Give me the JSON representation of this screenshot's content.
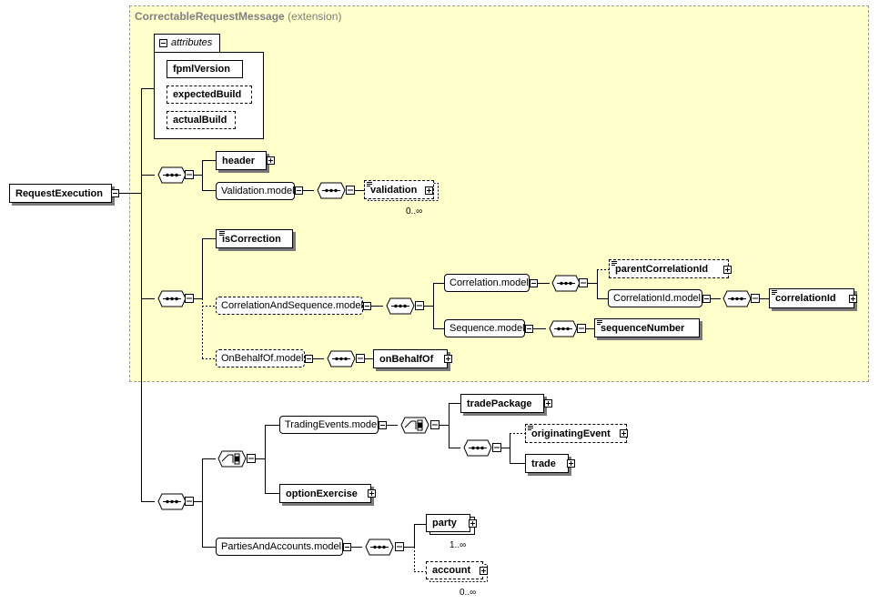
{
  "extension": {
    "name": "CorrectableRequestMessage",
    "kind": "(extension)"
  },
  "root": {
    "label": "RequestExecution"
  },
  "attributes": {
    "tab_label": "attributes",
    "items": [
      {
        "label": "fpmlVersion",
        "optional": false
      },
      {
        "label": "expectedBuild",
        "optional": true
      },
      {
        "label": "actualBuild",
        "optional": true
      }
    ]
  },
  "elements": {
    "header": "header",
    "validation_model": "Validation.model",
    "validation": "validation",
    "validation_card": "0..∞",
    "isCorrection": "isCorrection",
    "correlation_and_sequence_model": "CorrelationAndSequence.model",
    "correlation_model": "Correlation.model",
    "parentCorrelationId": "parentCorrelationId",
    "correlationid_model": "CorrelationId.model",
    "correlationId": "correlationId",
    "sequence_model": "Sequence.model",
    "sequenceNumber": "sequenceNumber",
    "onbehalfof_model": "OnBehalfOf.model",
    "onBehalfOf": "onBehalfOf",
    "trading_events_model": "TradingEvents.model",
    "tradePackage": "tradePackage",
    "originatingEvent": "originatingEvent",
    "trade": "trade",
    "optionExercise": "optionExercise",
    "parties_and_accounts_model": "PartiesAndAccounts.model",
    "party": "party",
    "party_card": "1..∞",
    "account": "account",
    "account_card": "0..∞"
  }
}
